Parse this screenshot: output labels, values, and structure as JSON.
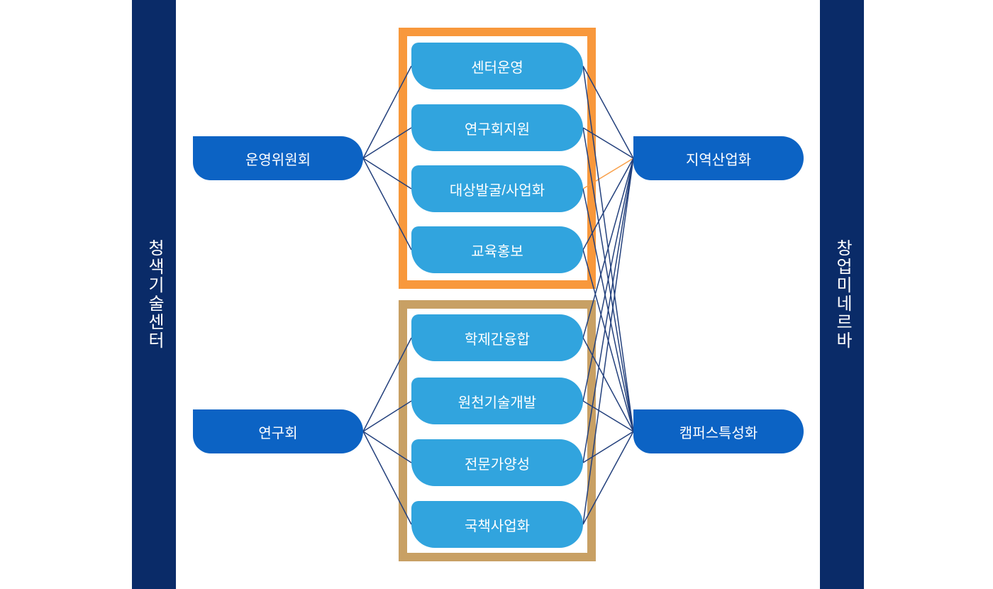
{
  "banners": {
    "left": "청색기술센터",
    "right": "창업미네르바"
  },
  "nodes": {
    "committee": "운영위원회",
    "research_group": "연구회",
    "center_operation": "센터운영",
    "research_support": "연구회지원",
    "target_discovery": "대상발굴/사업화",
    "education_pr": "교육홍보",
    "interdisciplinary": "학제간융합",
    "core_tech": "원천기술개발",
    "expert_training": "전문가양성",
    "national_projects": "국책사업화",
    "regional_industry": "지역산업화",
    "campus_special": "캠퍼스특성화"
  },
  "colors": {
    "background": "#ffffff",
    "banner_bg": "#0a2b68",
    "banner_text": "#ffffff",
    "dark_node": "#0c63c4",
    "light_node": "#31a4de",
    "node_text": "#ffffff",
    "top_group_border": "#f8983c",
    "bottom_group_border": "#c8a064",
    "connector": "#23407c",
    "highlight_connector": "#f9a04a"
  },
  "connections": [
    {
      "from": "committee",
      "to": "center_operation"
    },
    {
      "from": "committee",
      "to": "research_support"
    },
    {
      "from": "committee",
      "to": "target_discovery"
    },
    {
      "from": "committee",
      "to": "education_pr"
    },
    {
      "from": "research_group",
      "to": "interdisciplinary"
    },
    {
      "from": "research_group",
      "to": "core_tech"
    },
    {
      "from": "research_group",
      "to": "expert_training"
    },
    {
      "from": "research_group",
      "to": "national_projects"
    },
    {
      "from": "center_operation",
      "to": "regional_industry"
    },
    {
      "from": "research_support",
      "to": "regional_industry"
    },
    {
      "from": "target_discovery",
      "to": "regional_industry",
      "highlight": true
    },
    {
      "from": "education_pr",
      "to": "regional_industry"
    },
    {
      "from": "interdisciplinary",
      "to": "regional_industry"
    },
    {
      "from": "core_tech",
      "to": "regional_industry"
    },
    {
      "from": "expert_training",
      "to": "regional_industry"
    },
    {
      "from": "national_projects",
      "to": "regional_industry"
    },
    {
      "from": "center_operation",
      "to": "campus_special"
    },
    {
      "from": "research_support",
      "to": "campus_special"
    },
    {
      "from": "target_discovery",
      "to": "campus_special"
    },
    {
      "from": "education_pr",
      "to": "campus_special"
    },
    {
      "from": "interdisciplinary",
      "to": "campus_special"
    },
    {
      "from": "core_tech",
      "to": "campus_special"
    },
    {
      "from": "expert_training",
      "to": "campus_special"
    },
    {
      "from": "national_projects",
      "to": "campus_special"
    }
  ]
}
